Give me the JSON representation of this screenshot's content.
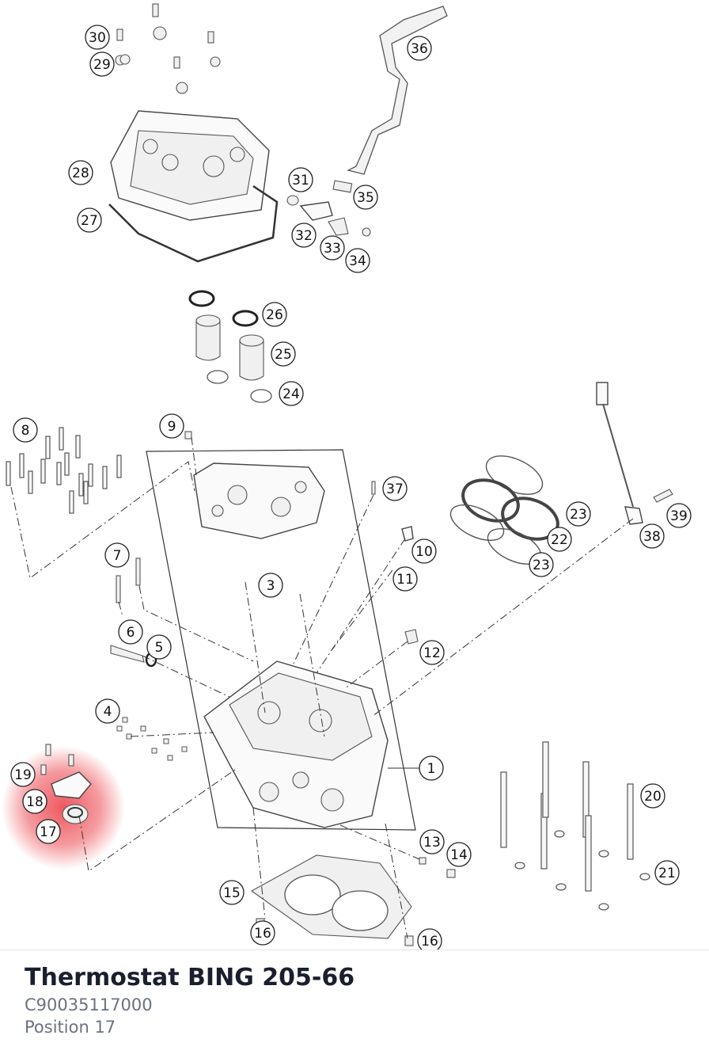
{
  "highlight": {
    "color": "#e8202a",
    "position_label": "17"
  },
  "callouts": [
    "1",
    "3",
    "4",
    "5",
    "6",
    "7",
    "8",
    "9",
    "10",
    "11",
    "12",
    "13",
    "14",
    "15",
    "16",
    "16",
    "17",
    "18",
    "19",
    "20",
    "21",
    "22",
    "23",
    "23",
    "24",
    "25",
    "26",
    "27",
    "28",
    "29",
    "30",
    "31",
    "32",
    "33",
    "34",
    "35",
    "36",
    "37",
    "38",
    "39"
  ],
  "part": {
    "title": "Thermostat BING 205-66",
    "number": "C90035117000",
    "position": "Position 17"
  }
}
